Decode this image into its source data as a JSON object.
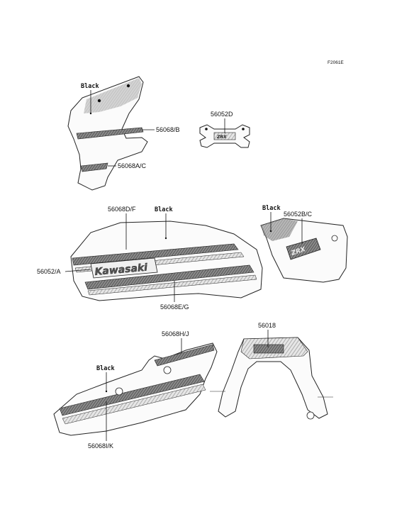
{
  "figure_ref": "F2061E",
  "color_notes": {
    "black_label": "Black"
  },
  "part_numbers": {
    "fairing_stripe_upper": "56068/B",
    "fairing_stripe_lower": "56068A/C",
    "emblem_small": "56052D",
    "tank_stripe_upper": "56068D/F",
    "tank_emblem": "56052/A",
    "tank_stripe_lower": "56068E/G",
    "side_cover_emblem": "56052B/C",
    "tail_stripe_upper": "56068H/J",
    "tail_stripe_lower": "56068I/K",
    "rear_emblem": "56018"
  },
  "emblem_texts": {
    "kawasaki": "Kawasaki",
    "zrx": "ZRX",
    "zrx_small": "ZRX"
  },
  "colors": {
    "line": "#222222",
    "stripe_dark": "#4a4a4a",
    "stripe_mid": "#9a9a9a",
    "black_panel": "#5a5a5a",
    "background": "#ffffff"
  }
}
